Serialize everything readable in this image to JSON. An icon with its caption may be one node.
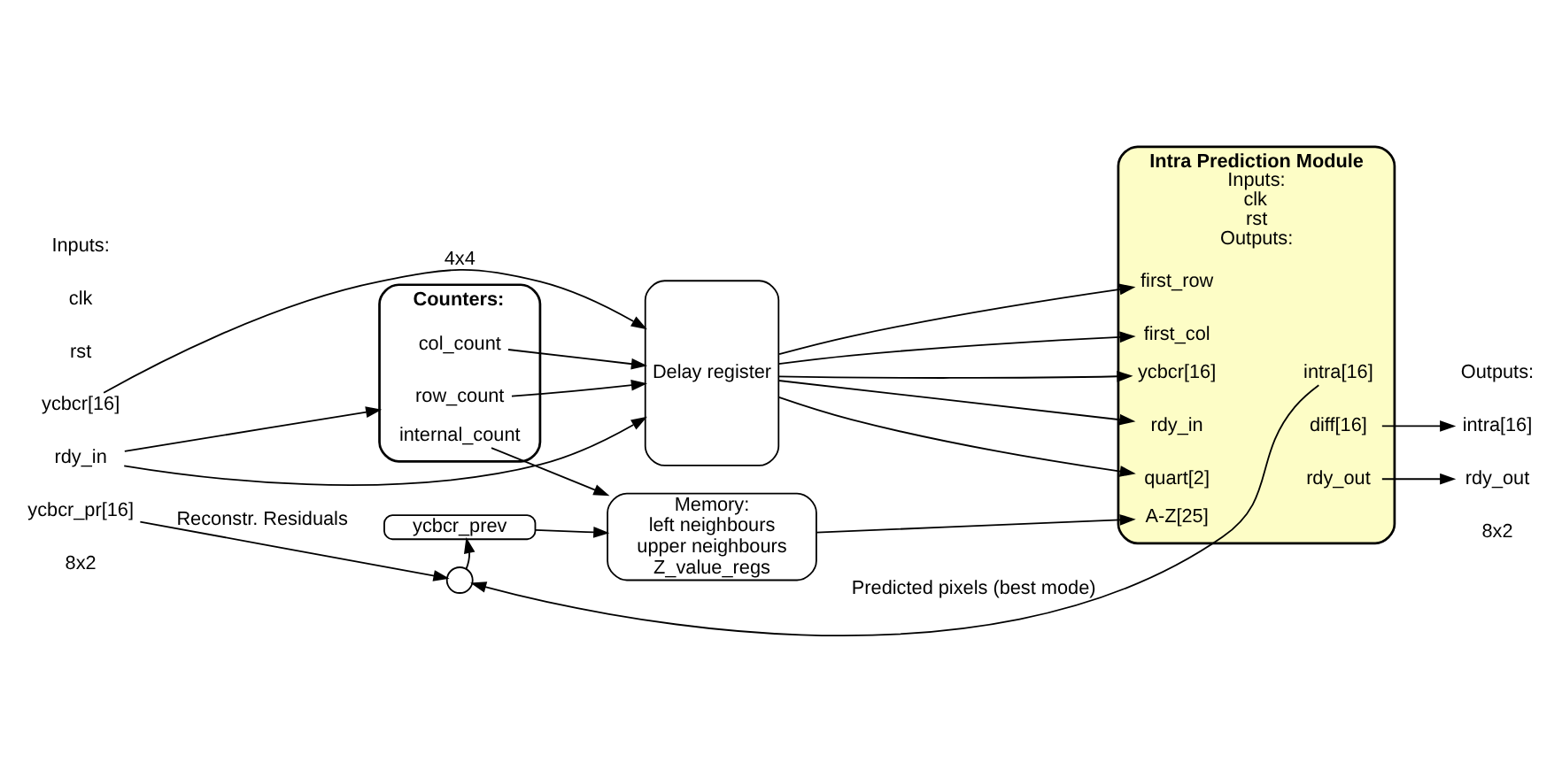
{
  "diagram": {
    "nodes": [
      {
        "text": [
          "ycbcr[16]"
        ]
      },
      {
        "text": [
          "rdy_in"
        ]
      },
      {
        "text": [
          "ycbcr_pr[16]"
        ]
      },
      {
        "text": [
          "Counters:"
        ]
      },
      {
        "text": [
          "row_count"
        ],
        "in": 3
      },
      {
        "text": [
          "col_count"
        ],
        "in": 3
      },
      {
        "text": [
          "internal_count"
        ],
        "in": 3
      },
      {
        "text": [
          "Delay register"
        ]
      },
      {
        "text": [
          "Memory:",
          "left neighbours",
          "upper neighbours",
          "Z_value_regs"
        ]
      },
      {
        "text": [
          "ycbcr_prev"
        ]
      },
      {
        "text": [],
        "shape": "circle"
      },
      {
        "text": [
          "Intra Prediction Module",
          "Inputs:",
          "clk",
          "rst",
          "Outputs:"
        ]
      },
      {
        "text": [
          "ycbcr[16]"
        ],
        "in": 11
      },
      {
        "text": [
          "rdy_in"
        ],
        "in": 11
      },
      {
        "text": [
          "quart[2]"
        ],
        "in": 11
      },
      {
        "text": [
          "first_row"
        ],
        "in": 11
      },
      {
        "text": [
          "first_col"
        ],
        "in": 11
      },
      {
        "text": [
          "A-Z[25]"
        ],
        "in": 11
      },
      {
        "text": [
          "intra[16]"
        ],
        "in": 11
      },
      {
        "text": [
          "diff[16]"
        ],
        "in": 11
      },
      {
        "text": [
          "rdy_out"
        ],
        "in": 11
      },
      {
        "text": [
          "intra[16]"
        ]
      },
      {
        "text": [
          "rdy_out"
        ]
      }
    ],
    "edges": [
      {
        "from": 0,
        "to": 7,
        "arrow": "to",
        "label": "4x4"
      },
      {
        "from": 1,
        "to": 7,
        "arrow": "to"
      },
      {
        "from": 1,
        "to": 3,
        "arrow": "to"
      },
      {
        "from": 4,
        "to": 7,
        "arrow": "to"
      },
      {
        "from": 5,
        "to": 7,
        "arrow": "to"
      },
      {
        "from": 7,
        "to": 12,
        "arrow": "to"
      },
      {
        "from": 7,
        "to": 13,
        "arrow": "to"
      },
      {
        "from": 7,
        "to": 14,
        "arrow": "to"
      },
      {
        "from": 7,
        "to": 15,
        "arrow": "to"
      },
      {
        "from": 7,
        "to": 16,
        "arrow": "to"
      },
      {
        "from": 6,
        "to": 8,
        "arrow": "to"
      },
      {
        "from": 9,
        "to": 8,
        "arrow": "to"
      },
      {
        "from": 8,
        "to": 17,
        "arrow": "to"
      },
      {
        "from": 10,
        "to": 9,
        "arrow": "to"
      },
      {
        "from": 2,
        "to": 10,
        "arrow": "to",
        "label": "Reconstr. Residuals"
      },
      {
        "from": 18,
        "to": 10,
        "arrow": "to",
        "label": "Predicted pixels (best mode)"
      },
      {
        "from": 19,
        "to": 21,
        "arrow": "to"
      },
      {
        "from": 20,
        "to": 22,
        "arrow": "to"
      }
    ],
    "labels": [
      "Inputs:",
      "clk",
      "rst",
      "Outputs:",
      "8x2",
      "8x2"
    ]
  }
}
